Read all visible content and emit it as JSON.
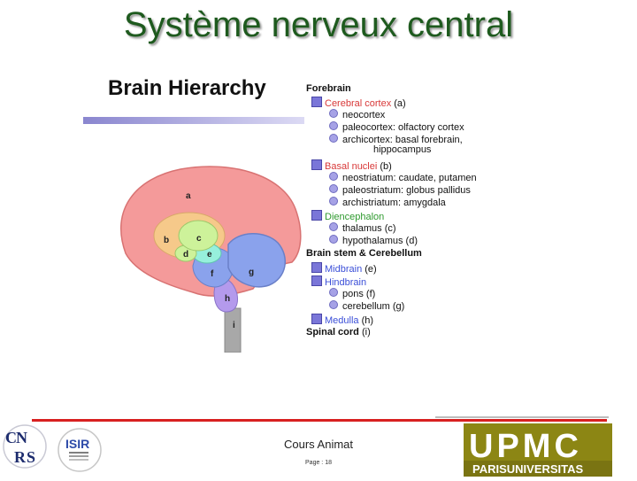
{
  "slide": {
    "title": "Système nerveux central"
  },
  "figure": {
    "title": "Brain Hierarchy",
    "regions": {
      "a": "a",
      "b": "b",
      "c": "c",
      "d": "d",
      "e": "e",
      "f": "f",
      "g": "g",
      "h": "h",
      "i": "i"
    },
    "legend": [
      {
        "kind": "header",
        "text": "Forebrain"
      },
      {
        "kind": "group",
        "name": "Cerebral cortex",
        "suffix": " (a)",
        "color": "red"
      },
      {
        "kind": "item",
        "text": "neocortex"
      },
      {
        "kind": "item",
        "text": "paleocortex: olfactory cortex"
      },
      {
        "kind": "item",
        "text": "archicortex: basal forebrain,"
      },
      {
        "kind": "cont",
        "text": "hippocampus"
      },
      {
        "kind": "group",
        "name": "Basal nuclei",
        "suffix": " (b)",
        "color": "red"
      },
      {
        "kind": "item",
        "text": "neostriatum: caudate, putamen"
      },
      {
        "kind": "item",
        "text": "paleostriatum: globus pallidus"
      },
      {
        "kind": "item",
        "text": "archistriatum: amygdala"
      },
      {
        "kind": "group",
        "name": "Diencephalon",
        "suffix": "",
        "color": "green"
      },
      {
        "kind": "item",
        "text": "thalamus (c)"
      },
      {
        "kind": "item",
        "text": "hypothalamus (d)"
      },
      {
        "kind": "header",
        "text": "Brain stem & Cerebellum"
      },
      {
        "kind": "group",
        "name": "Midbrain",
        "suffix": " (e)",
        "color": "blue"
      },
      {
        "kind": "group",
        "name": "Hindbrain",
        "suffix": "",
        "color": "blue"
      },
      {
        "kind": "item",
        "text": "pons (f)"
      },
      {
        "kind": "item",
        "text": "cerebellum (g)"
      },
      {
        "kind": "group",
        "name": "Medulla",
        "suffix": " (h)",
        "color": "blue"
      },
      {
        "kind": "header",
        "text": "Spinal cord",
        "suffix": " (i)"
      }
    ]
  },
  "footer": {
    "course": "Cours Animat",
    "page": "Page : 18"
  },
  "logos": {
    "cnrs": "CNRS",
    "isir": "ISIR",
    "upmc": "UPMC",
    "upmc_tagline": "PARISUNIVERSITAS"
  },
  "colors": {
    "title": "#1e5a1e",
    "cortex": "#f49a9a",
    "basal_nuclei": "#f6c98a",
    "thalamus": "#cdf29a",
    "midbrain": "#96f0dc",
    "pons_cerebellum": "#8aa2ec",
    "medulla": "#b49aec",
    "spinal_cord": "#a8a8a8",
    "footer_rule": "#d82020"
  }
}
